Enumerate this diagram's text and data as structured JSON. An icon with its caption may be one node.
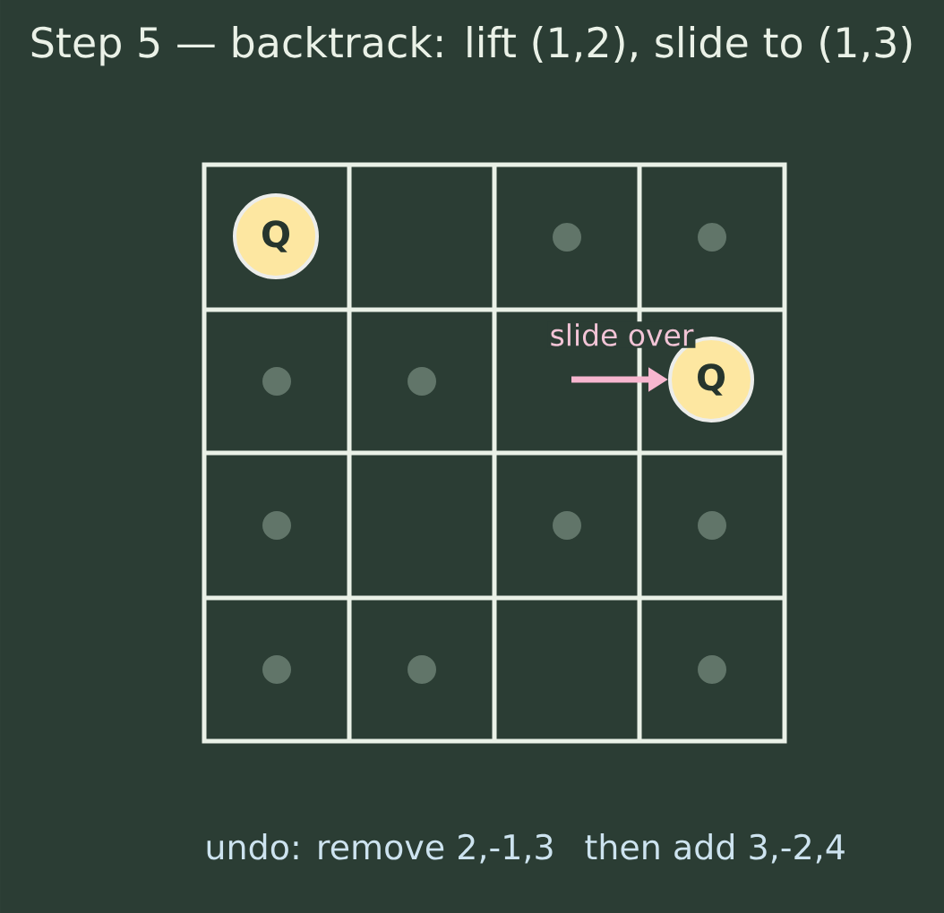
{
  "diagram": {
    "title": "Step 5 — backtrack: lift (1,2), slide to (1,3)",
    "nodes": [
      {
        "text": [
          "Q"
        ]
      },
      {
        "text": [
          "Q"
        ]
      }
    ],
    "edges": [
      {
        "from": null,
        "to": 1,
        "arrow": "to",
        "label": "slide over",
        "color": "#f7b6cf"
      }
    ],
    "labels": [
      "undo: remove 2,-1,3",
      "then add 3,-2,4"
    ]
  }
}
